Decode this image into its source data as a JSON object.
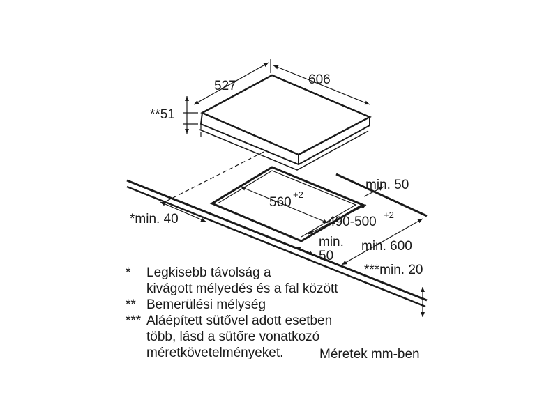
{
  "dimensions": {
    "hob_depth": "527",
    "hob_width": "606",
    "install_depth": "**51",
    "worktop_edge_min": "min. 50",
    "cutout_width": "560",
    "cutout_width_tol": "+2",
    "cutout_depth": "490-500",
    "cutout_depth_tol": "+2",
    "wall_distance": "*min. 40",
    "front_distance_1": "min.",
    "front_distance_2": "50",
    "worktop_depth": "min. 600",
    "worktop_thickness": "***min. 20"
  },
  "notes": [
    {
      "marker": "*",
      "lines": [
        "Legkisebb távolság a",
        "kivágott mélyedés és a fal között"
      ]
    },
    {
      "marker": "**",
      "lines": [
        "Bemerülési mélység"
      ]
    },
    {
      "marker": "***",
      "lines": [
        "Aláépített sütővel adott esetben",
        "több, lásd a sütőre vonatkozó",
        "méretkövetelményeket."
      ]
    }
  ],
  "units_note": "Méretek mm-ben",
  "colors": {
    "line": "#1a1a1a",
    "background": "#ffffff"
  }
}
